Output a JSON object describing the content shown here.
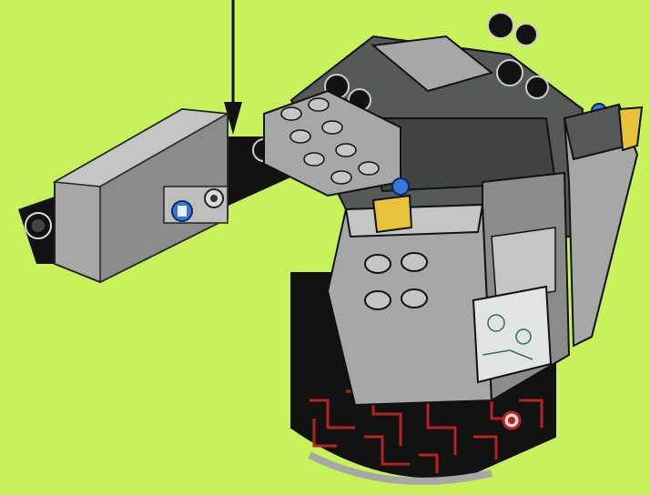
{
  "scene": {
    "background_color": "#c8f25a",
    "arrow_color": "#111111",
    "colors": {
      "light_gray": "#a6a8a6",
      "mid_gray": "#8a8c8a",
      "dark_gray": "#555a58",
      "black": "#121212",
      "yellow": "#e8c23a",
      "blue": "#3a78d8",
      "red_trace": "#b52323",
      "screen": "#dfe6e1"
    },
    "parts": [
      "arrow-indicator",
      "left-arm-assembly",
      "head-dome",
      "body-cylinder",
      "front-panel",
      "display-screen",
      "red-circuit-base",
      "right-wing",
      "yellow-tile"
    ]
  }
}
